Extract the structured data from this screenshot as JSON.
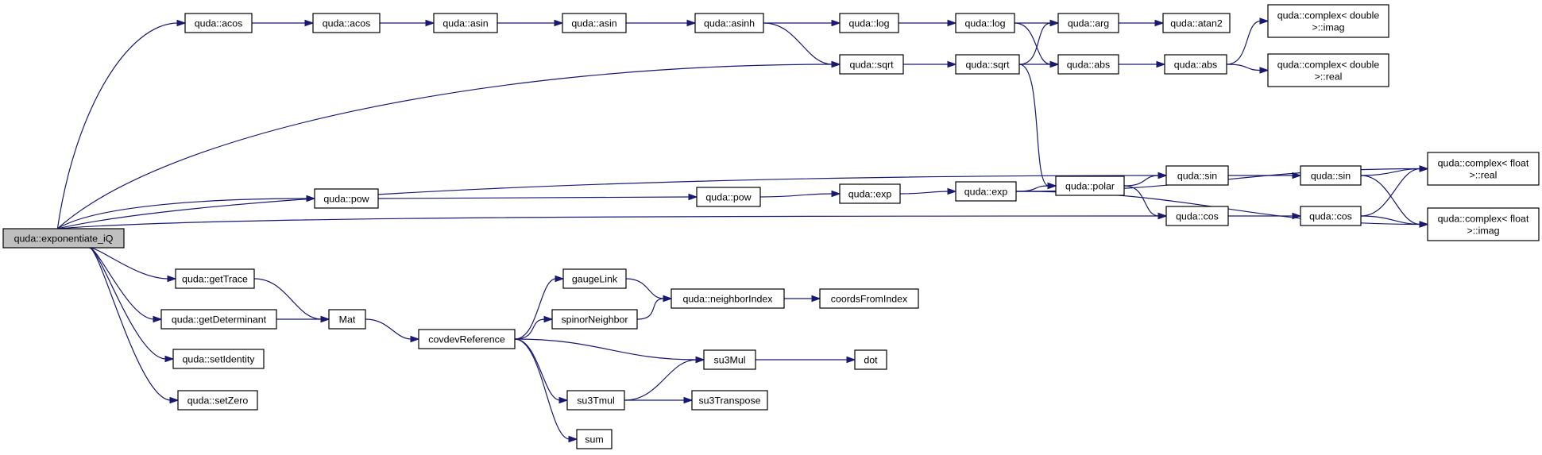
{
  "diagram": {
    "type": "call-graph",
    "colors": {
      "edge": "#191970",
      "node_border": "#000000",
      "root_fill": "#bfbfbf",
      "node_fill": "#ffffff"
    },
    "nodes": [
      {
        "id": "n0",
        "lines": [
          "quda::exponentiate_iQ"
        ],
        "root": true
      },
      {
        "id": "n1",
        "lines": [
          "quda::acos"
        ]
      },
      {
        "id": "n2",
        "lines": [
          "quda::acos"
        ]
      },
      {
        "id": "n3",
        "lines": [
          "quda::asin"
        ]
      },
      {
        "id": "n4",
        "lines": [
          "quda::asin"
        ]
      },
      {
        "id": "n5",
        "lines": [
          "quda::asinh"
        ]
      },
      {
        "id": "n6",
        "lines": [
          "quda::log"
        ]
      },
      {
        "id": "n7",
        "lines": [
          "quda::log"
        ]
      },
      {
        "id": "n8",
        "lines": [
          "quda::arg"
        ]
      },
      {
        "id": "n9",
        "lines": [
          "quda::atan2"
        ]
      },
      {
        "id": "n10",
        "lines": [
          "quda::complex< double",
          ">::imag"
        ]
      },
      {
        "id": "n11",
        "lines": [
          "quda::sqrt"
        ]
      },
      {
        "id": "n12",
        "lines": [
          "quda::sqrt"
        ]
      },
      {
        "id": "n13",
        "lines": [
          "quda::abs"
        ]
      },
      {
        "id": "n14",
        "lines": [
          "quda::abs"
        ]
      },
      {
        "id": "n15",
        "lines": [
          "quda::complex< double",
          ">::real"
        ]
      },
      {
        "id": "n16",
        "lines": [
          "quda::sin"
        ]
      },
      {
        "id": "n17",
        "lines": [
          "quda::sin"
        ]
      },
      {
        "id": "n18",
        "lines": [
          "quda::complex< float",
          ">::real"
        ]
      },
      {
        "id": "n19",
        "lines": [
          "quda::pow"
        ]
      },
      {
        "id": "n20",
        "lines": [
          "quda::pow"
        ]
      },
      {
        "id": "n21",
        "lines": [
          "quda::exp"
        ]
      },
      {
        "id": "n22",
        "lines": [
          "quda::exp"
        ]
      },
      {
        "id": "n23",
        "lines": [
          "quda::polar"
        ]
      },
      {
        "id": "n24",
        "lines": [
          "quda::cos"
        ]
      },
      {
        "id": "n25",
        "lines": [
          "quda::cos"
        ]
      },
      {
        "id": "n26",
        "lines": [
          "quda::complex< float",
          ">::imag"
        ]
      },
      {
        "id": "n27",
        "lines": [
          "quda::getTrace"
        ]
      },
      {
        "id": "n28",
        "lines": [
          "quda::getDeterminant"
        ]
      },
      {
        "id": "n29",
        "lines": [
          "Mat"
        ]
      },
      {
        "id": "n30",
        "lines": [
          "quda::setIdentity"
        ]
      },
      {
        "id": "n31",
        "lines": [
          "quda::setZero"
        ]
      },
      {
        "id": "n32",
        "lines": [
          "gaugeLink"
        ]
      },
      {
        "id": "n33",
        "lines": [
          "quda::neighborIndex"
        ]
      },
      {
        "id": "n34",
        "lines": [
          "coordsFromIndex"
        ]
      },
      {
        "id": "n35",
        "lines": [
          "spinorNeighbor"
        ]
      },
      {
        "id": "n36",
        "lines": [
          "covdevReference"
        ]
      },
      {
        "id": "n37",
        "lines": [
          "su3Mul"
        ]
      },
      {
        "id": "n38",
        "lines": [
          "dot"
        ]
      },
      {
        "id": "n39",
        "lines": [
          "su3Tmul"
        ]
      },
      {
        "id": "n40",
        "lines": [
          "su3Transpose"
        ]
      },
      {
        "id": "n41",
        "lines": [
          "sum"
        ]
      }
    ],
    "edges": [
      [
        "n0",
        "n1"
      ],
      [
        "n0",
        "n11"
      ],
      [
        "n0",
        "n16"
      ],
      [
        "n0",
        "n19"
      ],
      [
        "n0",
        "n24"
      ],
      [
        "n0",
        "n27"
      ],
      [
        "n0",
        "n28"
      ],
      [
        "n0",
        "n30"
      ],
      [
        "n0",
        "n31"
      ],
      [
        "n1",
        "n2"
      ],
      [
        "n2",
        "n3"
      ],
      [
        "n3",
        "n4"
      ],
      [
        "n4",
        "n5"
      ],
      [
        "n5",
        "n6"
      ],
      [
        "n5",
        "n11"
      ],
      [
        "n6",
        "n7"
      ],
      [
        "n7",
        "n8"
      ],
      [
        "n7",
        "n13"
      ],
      [
        "n8",
        "n9"
      ],
      [
        "n11",
        "n12"
      ],
      [
        "n12",
        "n8"
      ],
      [
        "n12",
        "n13"
      ],
      [
        "n12",
        "n23"
      ],
      [
        "n13",
        "n14"
      ],
      [
        "n14",
        "n10"
      ],
      [
        "n14",
        "n15"
      ],
      [
        "n16",
        "n17"
      ],
      [
        "n17",
        "n18"
      ],
      [
        "n17",
        "n26"
      ],
      [
        "n19",
        "n20"
      ],
      [
        "n20",
        "n21"
      ],
      [
        "n21",
        "n22"
      ],
      [
        "n22",
        "n23"
      ],
      [
        "n22",
        "n18"
      ],
      [
        "n22",
        "n26"
      ],
      [
        "n23",
        "n16"
      ],
      [
        "n23",
        "n24"
      ],
      [
        "n24",
        "n25"
      ],
      [
        "n25",
        "n18"
      ],
      [
        "n25",
        "n26"
      ],
      [
        "n27",
        "n29"
      ],
      [
        "n28",
        "n29"
      ],
      [
        "n29",
        "n36"
      ],
      [
        "n36",
        "n32"
      ],
      [
        "n36",
        "n35"
      ],
      [
        "n36",
        "n37"
      ],
      [
        "n36",
        "n39"
      ],
      [
        "n36",
        "n41"
      ],
      [
        "n32",
        "n33"
      ],
      [
        "n35",
        "n33"
      ],
      [
        "n33",
        "n34"
      ],
      [
        "n37",
        "n38"
      ],
      [
        "n39",
        "n37"
      ],
      [
        "n39",
        "n40"
      ]
    ]
  }
}
